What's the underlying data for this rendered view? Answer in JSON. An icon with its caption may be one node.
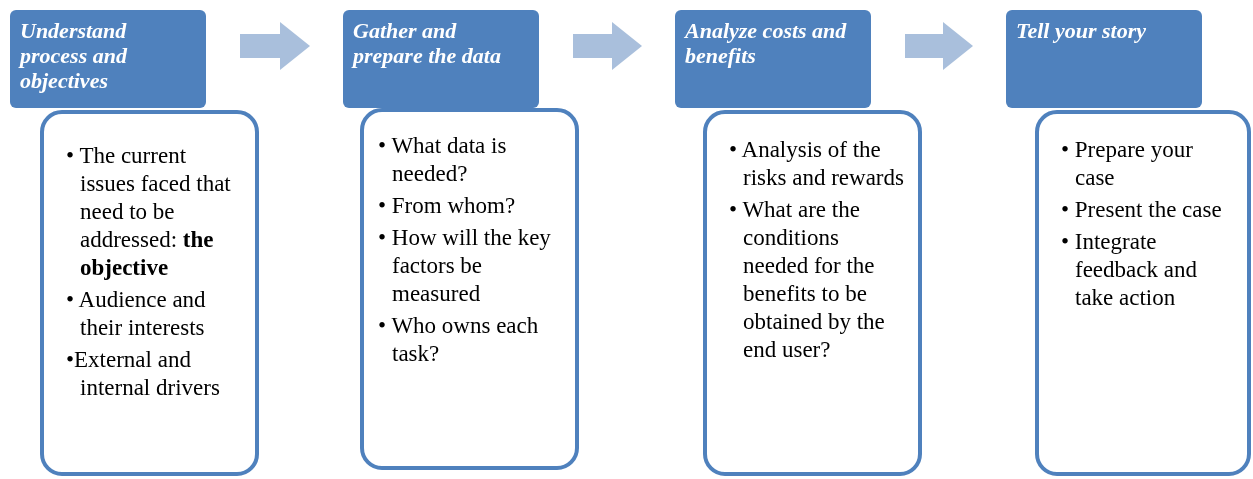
{
  "diagram": {
    "nodes": [
      {
        "text": [
          "Understand process and objectives"
        ]
      },
      {
        "text": [
          "• The current issues faced that need to be addressed: **the objective**",
          "• Audience and their interests",
          "•External and internal drivers"
        ]
      },
      {
        "text": [
          "Gather and prepare the data"
        ]
      },
      {
        "text": [
          "• What data is needed?",
          "• From whom?",
          "• How will the key factors be measured",
          "• Who owns each task?"
        ]
      },
      {
        "text": [
          "Analyze costs and benefits"
        ]
      },
      {
        "text": [
          "• Analysis of the risks and rewards",
          "• What are the conditions needed for the benefits to be obtained by the end user?"
        ]
      },
      {
        "text": [
          "Tell your story"
        ]
      },
      {
        "text": [
          "• Prepare your case",
          "• Present the case",
          "• Integrate feedback and take action"
        ]
      }
    ],
    "edges": [
      {
        "from": 0,
        "to": 2,
        "arrow": "to"
      },
      {
        "from": 2,
        "to": 4,
        "arrow": "to"
      },
      {
        "from": 4,
        "to": 6,
        "arrow": "to"
      }
    ]
  }
}
